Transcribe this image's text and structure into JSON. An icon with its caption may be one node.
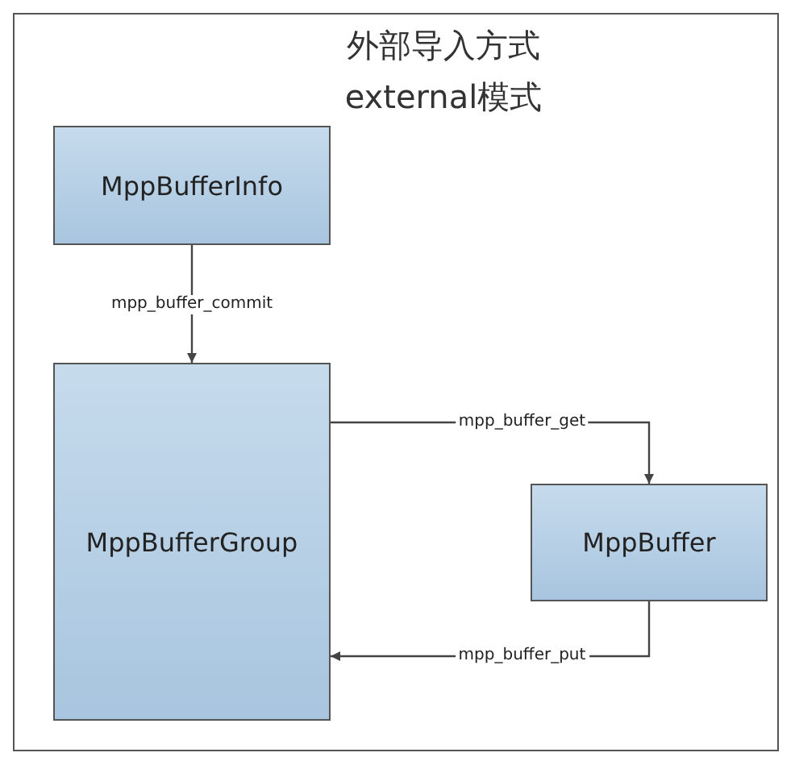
{
  "diagram": {
    "title": "外部导入方式 external模式",
    "nodes": [
      {
        "text": [
          "MppBufferInfo"
        ]
      },
      {
        "text": [
          "MppBufferGroup"
        ]
      },
      {
        "text": [
          "MppBuffer"
        ]
      }
    ],
    "edges": [
      {
        "from": 0,
        "to": 1,
        "arrow": "to",
        "label": "mpp_buffer_commit"
      },
      {
        "from": 1,
        "to": 2,
        "arrow": "to",
        "label": "mpp_buffer_get"
      },
      {
        "from": 2,
        "to": 1,
        "arrow": "to",
        "label": "mpp_buffer_put"
      }
    ]
  }
}
